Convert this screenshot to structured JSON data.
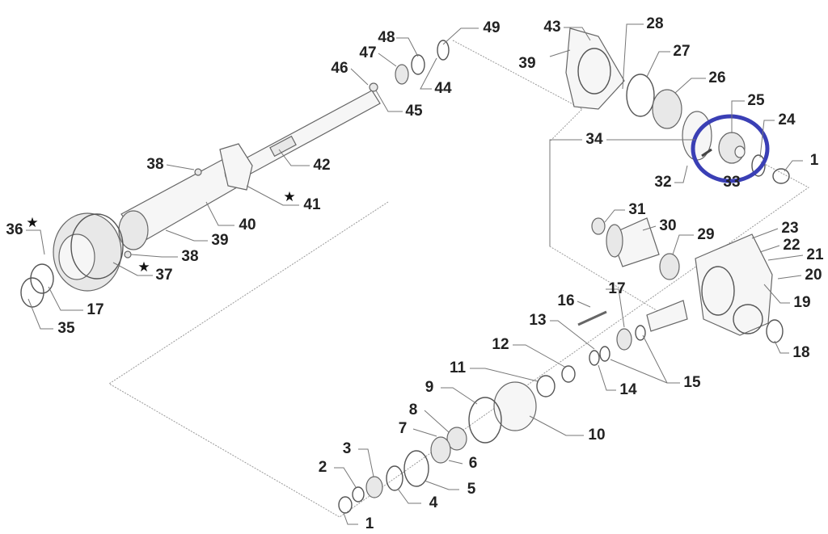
{
  "diagram": {
    "labels": [
      "49",
      "48",
      "47",
      "46",
      "44",
      "45",
      "43",
      "39",
      "28",
      "27",
      "26",
      "25",
      "24",
      "34",
      "1",
      "32",
      "33",
      "38",
      "42",
      "41",
      "36",
      "40",
      "39",
      "38",
      "37",
      "17",
      "35",
      "31",
      "30",
      "29",
      "23",
      "22",
      "21",
      "20",
      "19",
      "18",
      "17",
      "16",
      "13",
      "12",
      "15",
      "14",
      "11",
      "9",
      "10",
      "8",
      "7",
      "6",
      "3",
      "2",
      "5",
      "4",
      "1"
    ],
    "star_symbol": "★",
    "highlight_color": "#3a3fb5"
  }
}
